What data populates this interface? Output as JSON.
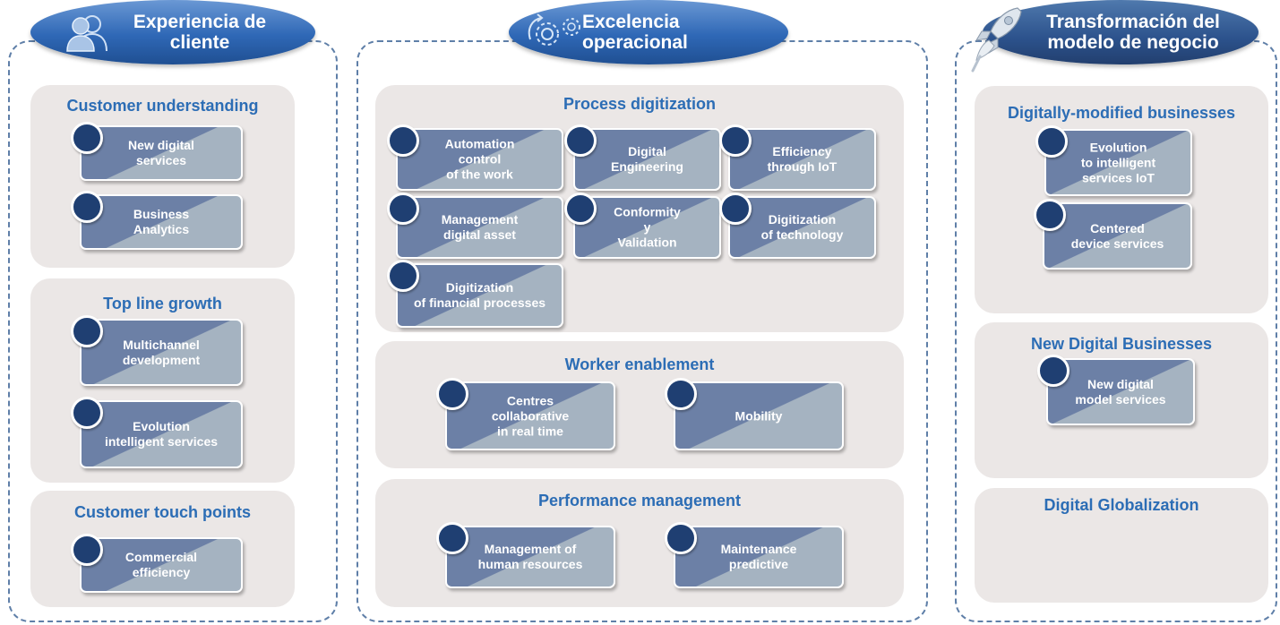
{
  "columns": [
    {
      "title": "Experiencia de\ncliente",
      "icon": "people-icon",
      "sections": [
        {
          "title": "Customer understanding",
          "cards": [
            "New digital\nservices",
            "Business\nAnalytics"
          ]
        },
        {
          "title": "Top line growth",
          "cards": [
            "Multichannel\ndevelopment",
            "Evolution\nintelligent services"
          ]
        },
        {
          "title": "Customer touch points",
          "cards": [
            "Commercial\nefficiency"
          ]
        }
      ]
    },
    {
      "title": "Excelencia\noperacional",
      "icon": "gears-icon",
      "sections": [
        {
          "title": "Process digitization",
          "cards": [
            "Automation\ncontrol\nof the work",
            "Digital\nEngineering",
            "Efficiency\nthrough IoT",
            "Management\ndigital asset",
            "Conformity\ny\nValidation",
            "Digitization\nof technology",
            "Digitization\nof financial processes"
          ]
        },
        {
          "title": "Worker enablement",
          "cards": [
            "Centres\ncollaborative\nin real time",
            "Mobility"
          ]
        },
        {
          "title": "Performance management",
          "cards": [
            "Management of\nhuman resources",
            "Maintenance\npredictive"
          ]
        }
      ]
    },
    {
      "title": "Transformación del\nmodelo de negocio",
      "icon": "rocket-icon",
      "sections": [
        {
          "title": "Digitally-modified businesses",
          "cards": [
            "Evolution\nto intelligent\nservices    IoT",
            "Centered\ndevice services"
          ]
        },
        {
          "title": "New Digital Businesses",
          "cards": [
            "New digital\nmodel  services"
          ]
        },
        {
          "title": "Digital Globalization",
          "cards": []
        }
      ]
    }
  ]
}
